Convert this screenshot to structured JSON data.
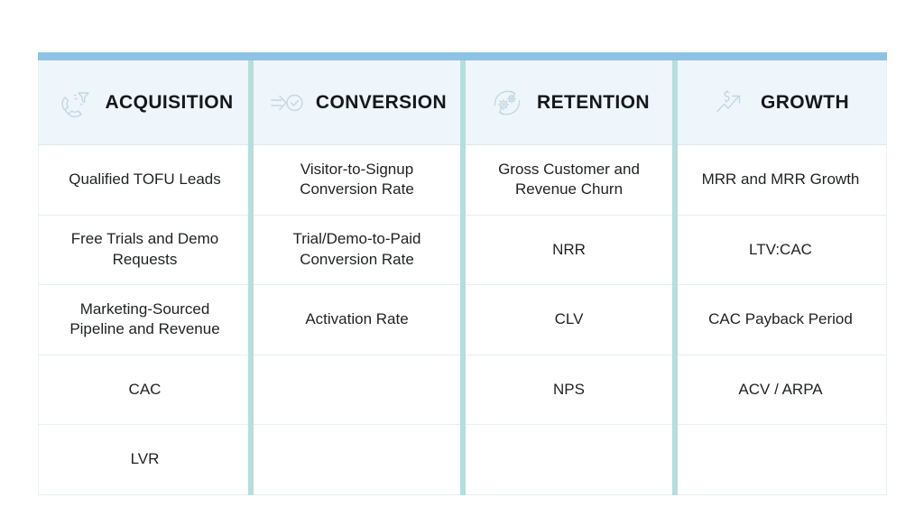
{
  "theme": {
    "page_background": "#ffffff",
    "top_bar_color": "#8cc3e6",
    "header_cell_background": "#eef5fb",
    "divider_color": "#b4dfdc",
    "row_border_color": "#e6eff0",
    "header_text_color": "#15171a",
    "cell_text_color": "#1f2124",
    "icon_color": "#b9cfdd"
  },
  "table": {
    "columns": [
      {
        "id": "acquisition",
        "header": "ACQUISITION",
        "icon": "magnet-funnel-icon",
        "cells": [
          "Qualified TOFU Leads",
          "Free Trials and Demo Requests",
          "Marketing-Sourced Pipeline and Revenue",
          "CAC",
          "LVR"
        ]
      },
      {
        "id": "conversion",
        "header": "CONVERSION",
        "icon": "arrow-check-circle-icon",
        "cells": [
          "Visitor-to-Signup Conversion Rate",
          "Trial/Demo-to-Paid Conversion Rate",
          "Activation Rate",
          "",
          ""
        ]
      },
      {
        "id": "retention",
        "header": "RETENTION",
        "icon": "gears-refresh-icon",
        "cells": [
          "Gross Customer and Revenue Churn",
          "NRR",
          "CLV",
          "NPS",
          ""
        ]
      },
      {
        "id": "growth",
        "header": "GROWTH",
        "icon": "dollar-trend-up-icon",
        "cells": [
          "MRR and MRR Growth",
          "LTV:CAC",
          "CAC Payback Period",
          "ACV / ARPA",
          ""
        ]
      }
    ]
  }
}
